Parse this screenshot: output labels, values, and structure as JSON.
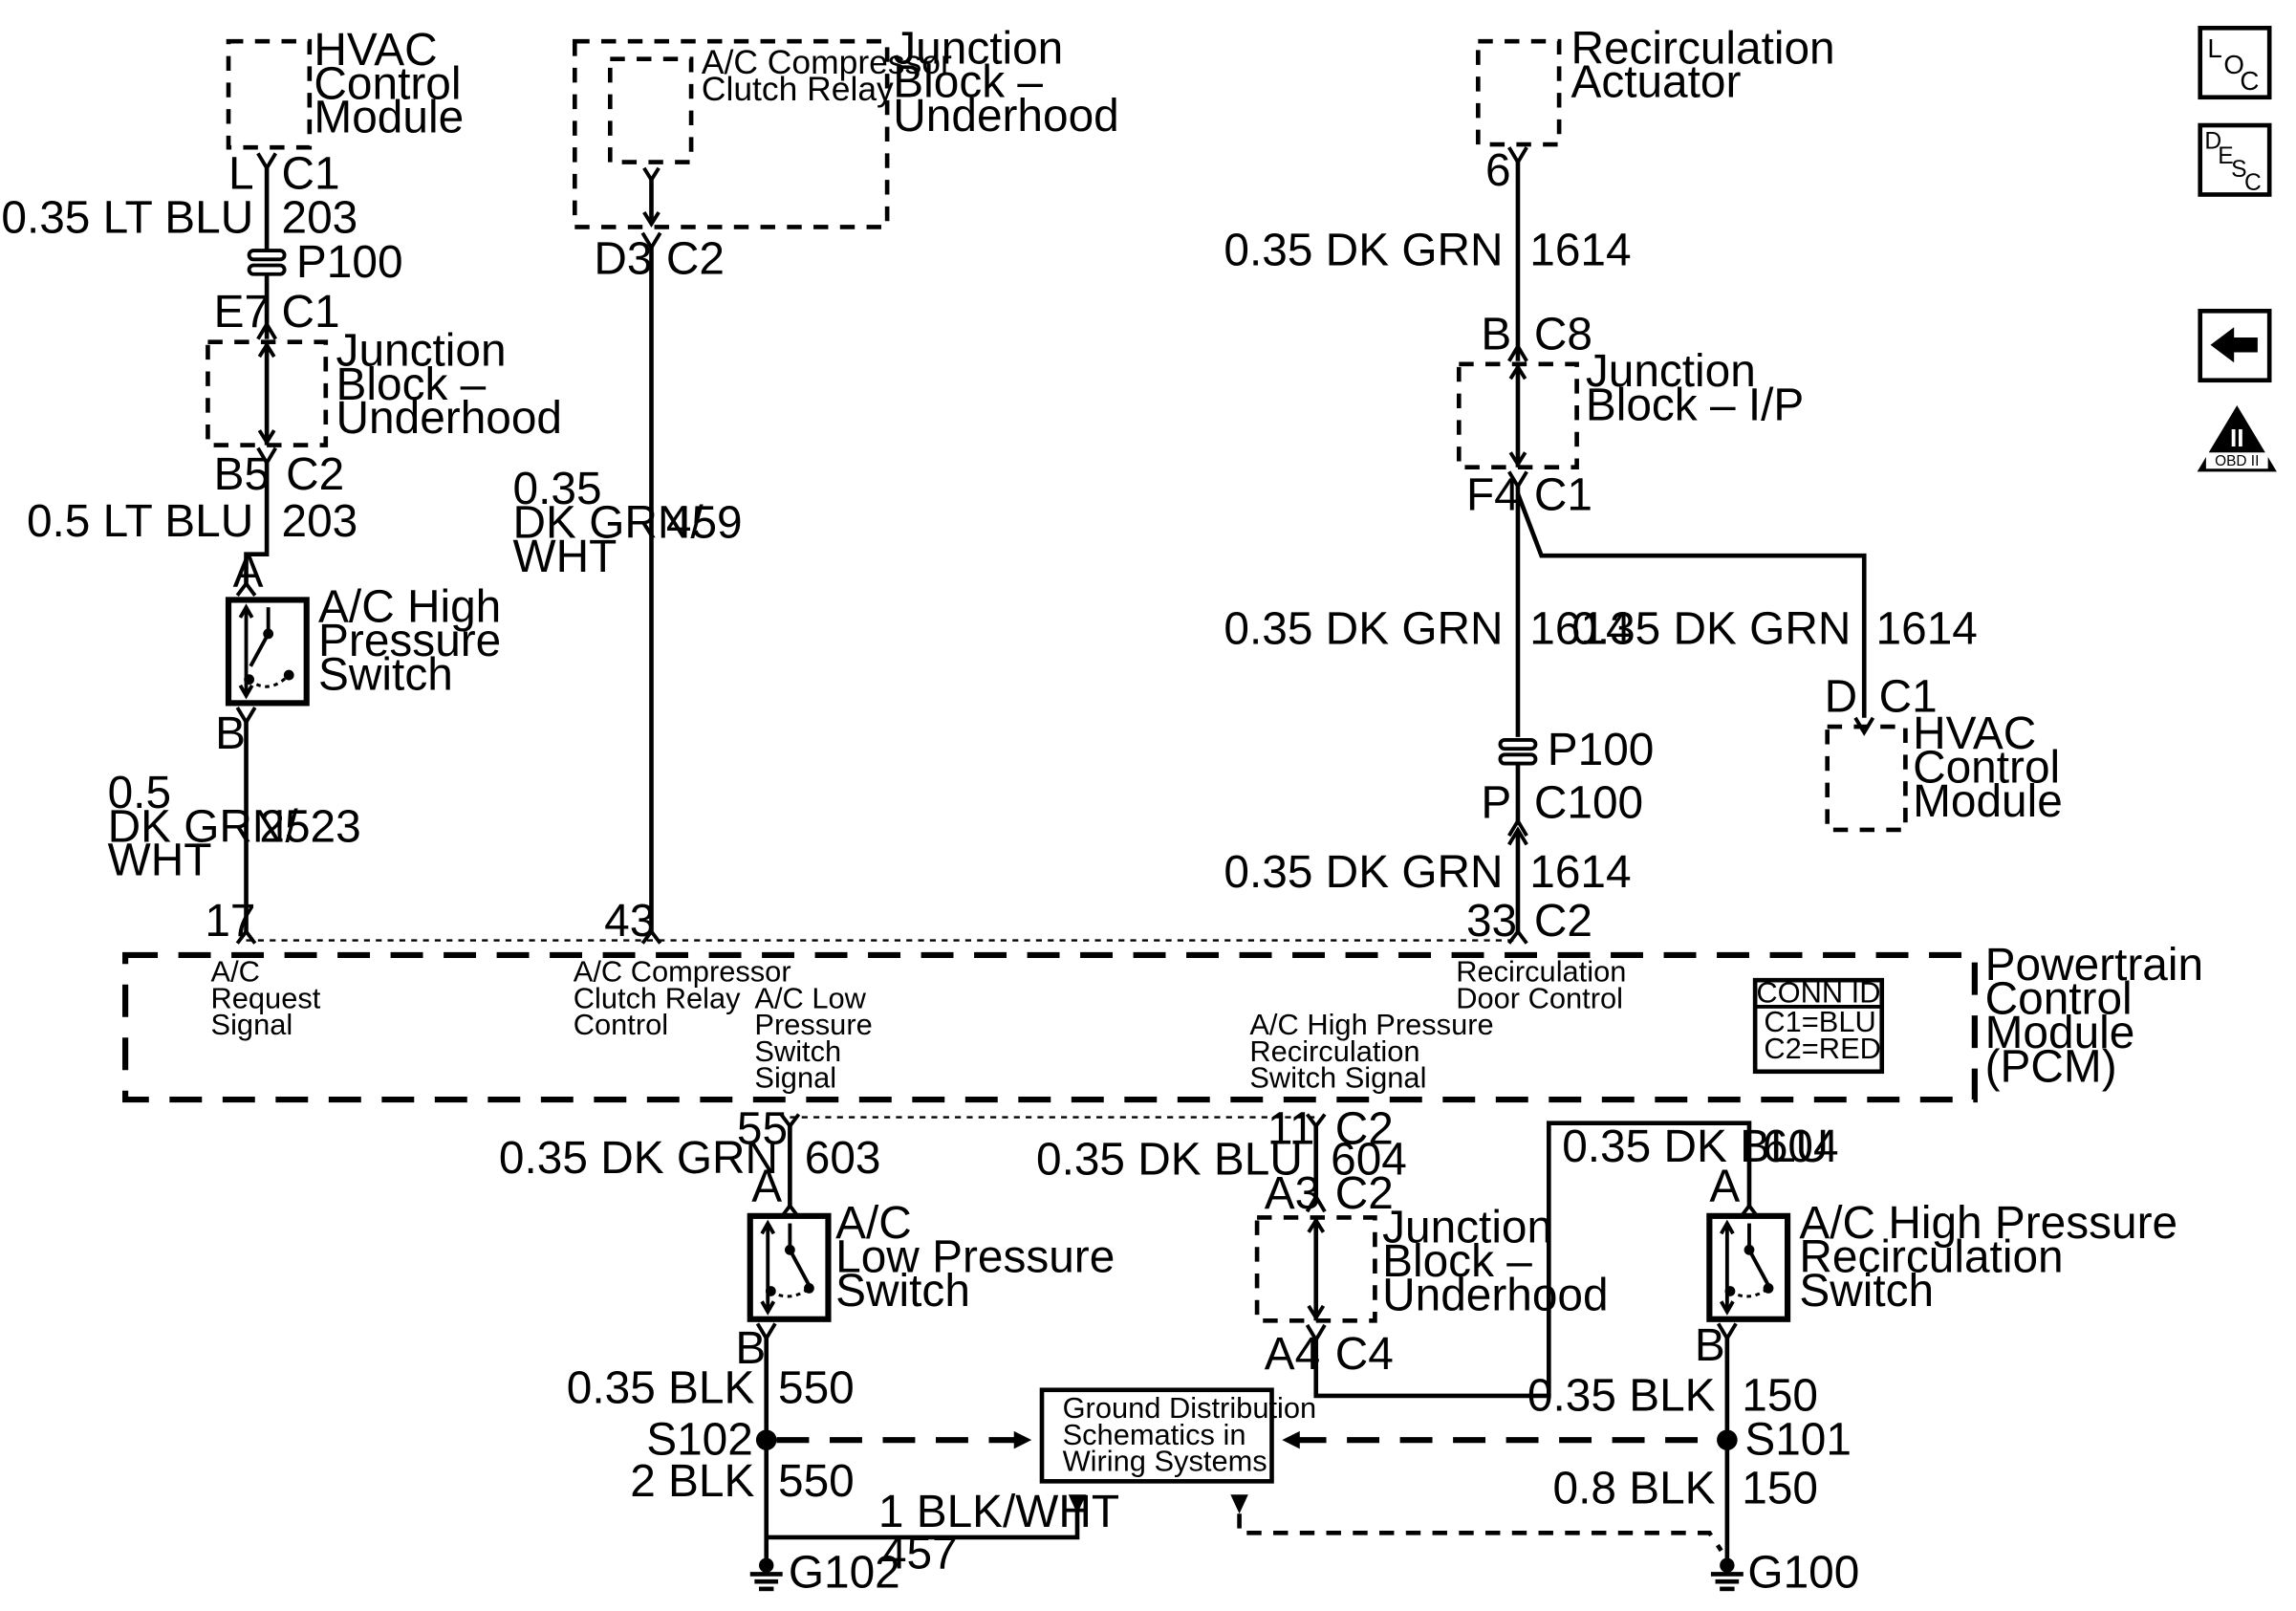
{
  "hvac_top": {
    "l1": "HVAC",
    "l2": "Control",
    "l3": "Module",
    "pin": "L",
    "conn": "C1"
  },
  "wire_203a": {
    "gauge": "0.35 LT BLU",
    "circuit": "203"
  },
  "p100_top": "P100",
  "jbu_left": {
    "pin_top": "E7",
    "conn_top": "C1",
    "l1": "Junction",
    "l2": "Block –",
    "l3": "Underhood",
    "pin_bot": "B5",
    "conn_bot": "C2"
  },
  "wire_203b": {
    "gauge": "0.5 LT BLU",
    "circuit": "203"
  },
  "ac_hp_switch": {
    "pin_top": "A",
    "l1": "A/C High",
    "l2": "Pressure",
    "l3": "Switch",
    "pin_bot": "B"
  },
  "wire_2523": {
    "g1": "0.5",
    "g2": "DK GRN/",
    "g3": "WHT",
    "circuit": "2523"
  },
  "relay": {
    "l1": "A/C Compressor",
    "l2": "Clutch Relay"
  },
  "jbu_mid": {
    "l1": "Junction",
    "l2": "Block –",
    "l3": "Underhood",
    "pin": "D3",
    "conn": "C2"
  },
  "wire_459": {
    "g1": "0.35",
    "g2": "DK GRN/",
    "g3": "WHT",
    "circuit": "459"
  },
  "recirc_actuator": {
    "l1": "Recirculation",
    "l2": "Actuator",
    "pin": "6"
  },
  "wire_1614a": {
    "gauge": "0.35 DK GRN",
    "circuit": "1614"
  },
  "jbip": {
    "pin_top": "B",
    "conn_top": "C8",
    "l1": "Junction",
    "l2": "Block – I/P",
    "pin_bot": "F4",
    "conn_bot": "C1"
  },
  "wire_1614b": {
    "gauge": "0.35 DK GRN",
    "circuit": "1614"
  },
  "wire_1614c": {
    "gauge": "0.35 DK GRN",
    "circuit": "1614"
  },
  "hvac_right": {
    "pin": "D",
    "conn": "C1",
    "l1": "HVAC",
    "l2": "Control",
    "l3": "Module"
  },
  "p100_right": "P100",
  "c100": {
    "pin": "P",
    "conn": "C100"
  },
  "wire_1614d": {
    "gauge": "0.35 DK GRN",
    "circuit": "1614"
  },
  "pcm": {
    "title1": "Powertrain",
    "title2": "Control",
    "title3": "Module",
    "title4": "(PCM)",
    "pin17": "17",
    "pin43": "43",
    "pin33": "33",
    "conn33": "C2",
    "sig_ac_req": {
      "l1": "A/C",
      "l2": "Request",
      "l3": "Signal"
    },
    "sig_relay": {
      "l1": "A/C Compressor",
      "l2": "Clutch Relay",
      "l3": "Control"
    },
    "sig_lp": {
      "l1": "A/C Low",
      "l2": "Pressure",
      "l3": "Switch",
      "l4": "Signal"
    },
    "sig_hpr": {
      "l1": "A/C High Pressure",
      "l2": "Recirculation",
      "l3": "Switch Signal"
    },
    "sig_recirc": {
      "l1": "Recirculation",
      "l2": "Door Control"
    },
    "conn_id": {
      "title": "CONN ID",
      "c1": "C1=BLU",
      "c2": "C2=RED"
    },
    "pin55": "55",
    "pin11": "11",
    "conn11": "C2"
  },
  "wire_603": {
    "gauge": "0.35 DK GRN",
    "circuit": "603"
  },
  "ac_lp_switch": {
    "pin_top": "A",
    "l1": "A/C",
    "l2": "Low Pressure",
    "l3": "Switch",
    "pin_bot": "B"
  },
  "wire_604a": {
    "gauge": "0.35 DK BLU",
    "circuit": "604"
  },
  "jbu_bot": {
    "pin_top": "A3",
    "conn_top": "C2",
    "l1": "Junction",
    "l2": "Block –",
    "l3": "Underhood",
    "pin_bot": "A4",
    "conn_bot": "C4"
  },
  "wire_604b": {
    "gauge": "0.35 DK BLU",
    "circuit": "604"
  },
  "ac_hpr_switch": {
    "pin_top": "A",
    "l1": "A/C High Pressure",
    "l2": "Recirculation",
    "l3": "Switch",
    "pin_bot": "B"
  },
  "wire_550a": {
    "gauge": "0.35 BLK",
    "circuit": "550"
  },
  "s102": "S102",
  "wire_550b": {
    "gauge": "2 BLK",
    "circuit": "550"
  },
  "g102": "G102",
  "ground_box": {
    "l1": "Ground Distribution",
    "l2": "Schematics in",
    "l3": "Wiring Systems"
  },
  "wire_457": {
    "gauge": "1 BLK/WHT",
    "circuit": "457"
  },
  "wire_150a": {
    "gauge": "0.35 BLK",
    "circuit": "150"
  },
  "s101": "S101",
  "wire_150b": {
    "gauge": "0.8 BLK",
    "circuit": "150"
  },
  "g100": "G100",
  "sidebar": {
    "loc": {
      "a": "L",
      "b": "O",
      "c": "C"
    },
    "desc": {
      "a": "D",
      "b": "E",
      "c": "S",
      "d": "C"
    },
    "obd": {
      "roman": "II",
      "label": "OBD II"
    }
  }
}
